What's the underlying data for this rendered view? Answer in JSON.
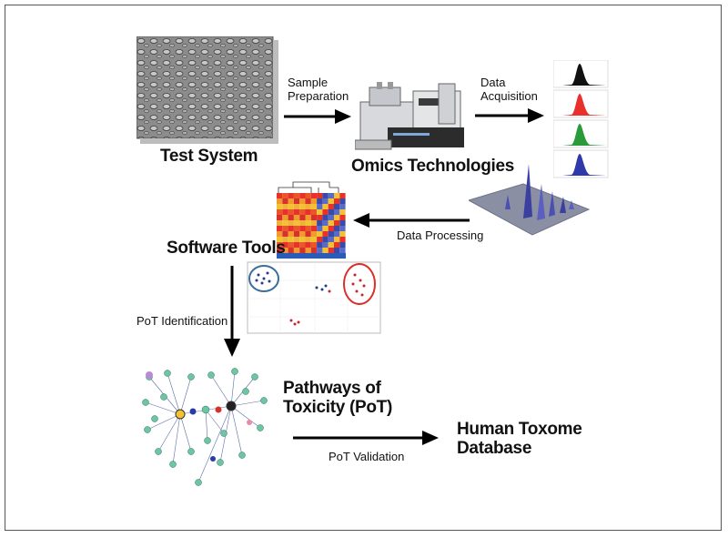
{
  "stages": {
    "test_system": "Test System",
    "omics": "Omics Technologies",
    "software": "Software Tools",
    "pathways": "Pathways of\nToxicity (PoT)",
    "database": "Human Toxome\nDatabase"
  },
  "steps": {
    "sample_prep": "Sample\nPreparation",
    "data_acq": "Data\nAcquisition",
    "data_proc": "Data Processing",
    "pot_id": "PoT Identification",
    "pot_val": "PoT Validation"
  },
  "colors": {
    "arrow": "#000000",
    "peak_black": "#111111",
    "peak_red": "#e8312a",
    "peak_green": "#2a9a3a",
    "peak_blue": "#2f3aa8",
    "cluster_blue": "#3a6e9a",
    "cluster_red": "#d8302a",
    "node": "#6cc6a3"
  }
}
